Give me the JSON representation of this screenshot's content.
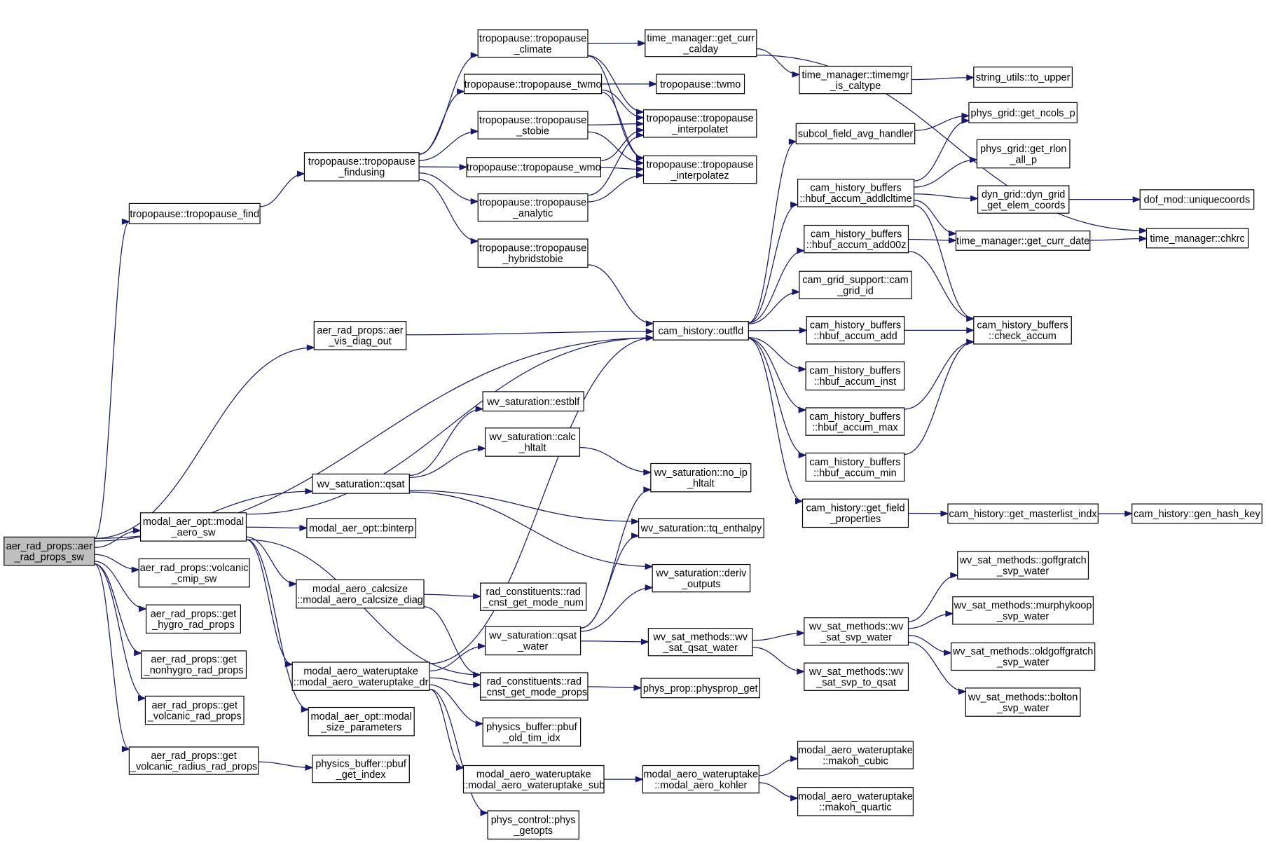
{
  "diagram": {
    "colors": {
      "edge": "#191970",
      "root_fill": "#bfbfbf",
      "node_fill": "#ffffff",
      "node_border": "#000000"
    },
    "nodes": [
      {
        "id": "root",
        "lines": [
          "aer_rad_props::aer",
          "_rad_props_sw"
        ],
        "root": true
      },
      {
        "id": "trop_find",
        "lines": [
          "tropopause::tropopause_find"
        ]
      },
      {
        "id": "trop_findusing",
        "lines": [
          "tropopause::tropopause",
          "_findusing"
        ]
      },
      {
        "id": "trop_climate",
        "lines": [
          "tropopause::tropopause",
          "_climate"
        ]
      },
      {
        "id": "trop_twmo",
        "lines": [
          "tropopause::tropopause_twmo"
        ]
      },
      {
        "id": "trop_stobie",
        "lines": [
          "tropopause::tropopause",
          "_stobie"
        ]
      },
      {
        "id": "trop_wmo",
        "lines": [
          "tropopause::tropopause_wmo"
        ]
      },
      {
        "id": "trop_analytic",
        "lines": [
          "tropopause::tropopause",
          "_analytic"
        ]
      },
      {
        "id": "trop_hybridstobie",
        "lines": [
          "tropopause::tropopause",
          "_hybridstobie"
        ]
      },
      {
        "id": "tm_get_curr_calday",
        "lines": [
          "time_manager::get_curr",
          "_calday"
        ]
      },
      {
        "id": "twmo",
        "lines": [
          "tropopause::twmo"
        ]
      },
      {
        "id": "interpolatet",
        "lines": [
          "tropopause::tropopause",
          "_interpolatet"
        ]
      },
      {
        "id": "interpolatez",
        "lines": [
          "tropopause::tropopause",
          "_interpolatez"
        ]
      },
      {
        "id": "tm_timemgr",
        "lines": [
          "time_manager::timemgr",
          "_is_caltype"
        ]
      },
      {
        "id": "to_upper",
        "lines": [
          "string_utils::to_upper"
        ]
      },
      {
        "id": "subcol",
        "lines": [
          "subcol_field_avg_handler"
        ]
      },
      {
        "id": "get_ncols_p",
        "lines": [
          "phys_grid::get_ncols_p"
        ]
      },
      {
        "id": "get_rlon",
        "lines": [
          "phys_grid::get_rlon",
          "_all_p"
        ]
      },
      {
        "id": "addlcltime",
        "lines": [
          "cam_history_buffers",
          "::hbuf_accum_addlcltime"
        ]
      },
      {
        "id": "dyn_grid",
        "lines": [
          "dyn_grid::dyn_grid",
          "_get_elem_coords"
        ]
      },
      {
        "id": "uniquecoords",
        "lines": [
          "dof_mod::uniquecoords"
        ]
      },
      {
        "id": "add00z",
        "lines": [
          "cam_history_buffers",
          "::hbuf_accum_add00z"
        ]
      },
      {
        "id": "get_curr_date",
        "lines": [
          "time_manager::get_curr_date"
        ]
      },
      {
        "id": "chkrc",
        "lines": [
          "time_manager::chkrc"
        ]
      },
      {
        "id": "cam_grid_id",
        "lines": [
          "cam_grid_support::cam",
          "_grid_id"
        ]
      },
      {
        "id": "aer_vis",
        "lines": [
          "aer_rad_props::aer",
          "_vis_diag_out"
        ]
      },
      {
        "id": "outfld",
        "lines": [
          "cam_history::outfld"
        ]
      },
      {
        "id": "accum_add",
        "lines": [
          "cam_history_buffers",
          "::hbuf_accum_add"
        ]
      },
      {
        "id": "check_accum",
        "lines": [
          "cam_history_buffers",
          "::check_accum"
        ]
      },
      {
        "id": "accum_inst",
        "lines": [
          "cam_history_buffers",
          "::hbuf_accum_inst"
        ]
      },
      {
        "id": "accum_max",
        "lines": [
          "cam_history_buffers",
          "::hbuf_accum_max"
        ]
      },
      {
        "id": "accum_min",
        "lines": [
          "cam_history_buffers",
          "::hbuf_accum_min"
        ]
      },
      {
        "id": "get_field_props",
        "lines": [
          "cam_history::get_field",
          "_properties"
        ]
      },
      {
        "id": "masterlist",
        "lines": [
          "cam_history::get_masterlist_indx"
        ]
      },
      {
        "id": "gen_hash",
        "lines": [
          "cam_history::gen_hash_key"
        ]
      },
      {
        "id": "estblf",
        "lines": [
          "wv_saturation::estblf"
        ]
      },
      {
        "id": "calc_hltalt",
        "lines": [
          "wv_saturation::calc",
          "_hltalt"
        ]
      },
      {
        "id": "no_ip",
        "lines": [
          "wv_saturation::no_ip",
          "_hltalt"
        ]
      },
      {
        "id": "qsat",
        "lines": [
          "wv_saturation::qsat"
        ]
      },
      {
        "id": "tq_enthalpy",
        "lines": [
          "wv_saturation::tq_enthalpy"
        ]
      },
      {
        "id": "deriv",
        "lines": [
          "wv_saturation::deriv",
          "_outputs"
        ]
      },
      {
        "id": "modal_aero_sw",
        "lines": [
          "modal_aer_opt::modal",
          "_aero_sw"
        ]
      },
      {
        "id": "binterp",
        "lines": [
          "modal_aer_opt::binterp"
        ]
      },
      {
        "id": "volcanic_cmip",
        "lines": [
          "aer_rad_props::volcanic",
          "_cmip_sw"
        ]
      },
      {
        "id": "calcsize",
        "lines": [
          "modal_aero_calcsize",
          "::modal_aero_calcsize_diag"
        ]
      },
      {
        "id": "cnst_mode_num",
        "lines": [
          "rad_constituents::rad",
          "_cnst_get_mode_num"
        ]
      },
      {
        "id": "hygro",
        "lines": [
          "aer_rad_props::get",
          "_hygro_rad_props"
        ]
      },
      {
        "id": "qsat_water",
        "lines": [
          "wv_saturation::qsat",
          "_water"
        ]
      },
      {
        "id": "wv_sat_qsat",
        "lines": [
          "wv_sat_methods::wv",
          "_sat_qsat_water"
        ]
      },
      {
        "id": "svp_water",
        "lines": [
          "wv_sat_methods::wv",
          "_sat_svp_water"
        ]
      },
      {
        "id": "goffgratch",
        "lines": [
          "wv_sat_methods::goffgratch",
          "_svp_water"
        ]
      },
      {
        "id": "murphykoop",
        "lines": [
          "wv_sat_methods::murphykoop",
          "_svp_water"
        ]
      },
      {
        "id": "oldgoffgratch",
        "lines": [
          "wv_sat_methods::oldgoffgratch",
          "_svp_water"
        ]
      },
      {
        "id": "bolton",
        "lines": [
          "wv_sat_methods::bolton",
          "_svp_water"
        ]
      },
      {
        "id": "nonhygro",
        "lines": [
          "aer_rad_props::get",
          "_nonhygro_rad_props"
        ]
      },
      {
        "id": "wateruptake_dr",
        "lines": [
          "modal_aero_wateruptake",
          "::modal_aero_wateruptake_dr"
        ]
      },
      {
        "id": "cnst_mode_props",
        "lines": [
          "rad_constituents::rad",
          "_cnst_get_mode_props"
        ]
      },
      {
        "id": "physprop_get",
        "lines": [
          "phys_prop::physprop_get"
        ]
      },
      {
        "id": "svp_to_qsat",
        "lines": [
          "wv_sat_methods::wv",
          "_sat_svp_to_qsat"
        ]
      },
      {
        "id": "volcanic_rad",
        "lines": [
          "aer_rad_props::get",
          "_volcanic_rad_props"
        ]
      },
      {
        "id": "size_params",
        "lines": [
          "modal_aer_opt::modal",
          "_size_parameters"
        ]
      },
      {
        "id": "old_tim_idx",
        "lines": [
          "physics_buffer::pbuf",
          "_old_tim_idx"
        ]
      },
      {
        "id": "volcanic_radius",
        "lines": [
          "aer_rad_props::get",
          "_volcanic_radius_rad_props"
        ]
      },
      {
        "id": "pbuf_get_index",
        "lines": [
          "physics_buffer::pbuf",
          "_get_index"
        ]
      },
      {
        "id": "wateruptake_sub",
        "lines": [
          "modal_aero_wateruptake",
          "::modal_aero_wateruptake_sub"
        ]
      },
      {
        "id": "kohler",
        "lines": [
          "modal_aero_wateruptake",
          "::modal_aero_kohler"
        ]
      },
      {
        "id": "makoh_cubic",
        "lines": [
          "modal_aero_wateruptake",
          "::makoh_cubic"
        ]
      },
      {
        "id": "makoh_quartic",
        "lines": [
          "modal_aero_wateruptake",
          "::makoh_quartic"
        ]
      },
      {
        "id": "phys_getopts",
        "lines": [
          "phys_control::phys",
          "_getopts"
        ]
      }
    ],
    "edges": [
      [
        "root",
        "trop_find"
      ],
      [
        "root",
        "outfld"
      ],
      [
        "root",
        "aer_vis"
      ],
      [
        "root",
        "qsat"
      ],
      [
        "root",
        "modal_aero_sw"
      ],
      [
        "root",
        "volcanic_cmip"
      ],
      [
        "root",
        "hygro"
      ],
      [
        "root",
        "nonhygro"
      ],
      [
        "root",
        "volcanic_rad"
      ],
      [
        "root",
        "volcanic_radius"
      ],
      [
        "trop_find",
        "trop_findusing"
      ],
      [
        "trop_findusing",
        "trop_climate"
      ],
      [
        "trop_findusing",
        "trop_twmo"
      ],
      [
        "trop_findusing",
        "trop_stobie"
      ],
      [
        "trop_findusing",
        "trop_wmo"
      ],
      [
        "trop_findusing",
        "trop_analytic"
      ],
      [
        "trop_findusing",
        "trop_hybridstobie"
      ],
      [
        "trop_climate",
        "tm_get_curr_calday"
      ],
      [
        "trop_climate",
        "interpolatet"
      ],
      [
        "trop_climate",
        "interpolatez"
      ],
      [
        "trop_twmo",
        "twmo"
      ],
      [
        "trop_twmo",
        "interpolatet"
      ],
      [
        "trop_twmo",
        "interpolatez"
      ],
      [
        "trop_stobie",
        "interpolatet"
      ],
      [
        "trop_stobie",
        "interpolatez"
      ],
      [
        "trop_wmo",
        "interpolatet"
      ],
      [
        "trop_wmo",
        "interpolatez"
      ],
      [
        "trop_analytic",
        "interpolatet"
      ],
      [
        "trop_analytic",
        "interpolatez"
      ],
      [
        "trop_hybridstobie",
        "outfld"
      ],
      [
        "tm_get_curr_calday",
        "tm_timemgr"
      ],
      [
        "tm_get_curr_calday",
        "chkrc"
      ],
      [
        "tm_timemgr",
        "to_upper"
      ],
      [
        "subcol",
        "get_ncols_p"
      ],
      [
        "addlcltime",
        "get_ncols_p"
      ],
      [
        "addlcltime",
        "get_rlon"
      ],
      [
        "addlcltime",
        "dyn_grid"
      ],
      [
        "addlcltime",
        "get_curr_date"
      ],
      [
        "addlcltime",
        "check_accum"
      ],
      [
        "dyn_grid",
        "uniquecoords"
      ],
      [
        "add00z",
        "get_curr_date"
      ],
      [
        "add00z",
        "check_accum"
      ],
      [
        "get_curr_date",
        "chkrc"
      ],
      [
        "aer_vis",
        "outfld"
      ],
      [
        "outfld",
        "subcol"
      ],
      [
        "outfld",
        "addlcltime"
      ],
      [
        "outfld",
        "add00z"
      ],
      [
        "outfld",
        "cam_grid_id"
      ],
      [
        "outfld",
        "accum_add"
      ],
      [
        "outfld",
        "accum_inst"
      ],
      [
        "outfld",
        "accum_max"
      ],
      [
        "outfld",
        "accum_min"
      ],
      [
        "outfld",
        "get_field_props"
      ],
      [
        "accum_add",
        "check_accum"
      ],
      [
        "accum_max",
        "check_accum"
      ],
      [
        "accum_min",
        "check_accum"
      ],
      [
        "get_field_props",
        "masterlist"
      ],
      [
        "masterlist",
        "gen_hash"
      ],
      [
        "qsat",
        "estblf"
      ],
      [
        "qsat",
        "calc_hltalt"
      ],
      [
        "qsat",
        "tq_enthalpy"
      ],
      [
        "qsat",
        "deriv"
      ],
      [
        "calc_hltalt",
        "no_ip"
      ],
      [
        "modal_aero_sw",
        "outfld"
      ],
      [
        "modal_aero_sw",
        "binterp"
      ],
      [
        "modal_aero_sw",
        "calcsize"
      ],
      [
        "modal_aero_sw",
        "wateruptake_dr"
      ],
      [
        "modal_aero_sw",
        "cnst_mode_props"
      ],
      [
        "modal_aero_sw",
        "size_params"
      ],
      [
        "calcsize",
        "cnst_mode_num"
      ],
      [
        "calcsize",
        "cnst_mode_props"
      ],
      [
        "wateruptake_dr",
        "outfld"
      ],
      [
        "wateruptake_dr",
        "qsat_water"
      ],
      [
        "wateruptake_dr",
        "cnst_mode_props"
      ],
      [
        "wateruptake_dr",
        "old_tim_idx"
      ],
      [
        "wateruptake_dr",
        "wateruptake_sub"
      ],
      [
        "wateruptake_dr",
        "phys_getopts"
      ],
      [
        "qsat_water",
        "no_ip"
      ],
      [
        "qsat_water",
        "tq_enthalpy"
      ],
      [
        "qsat_water",
        "deriv"
      ],
      [
        "qsat_water",
        "wv_sat_qsat"
      ],
      [
        "wv_sat_qsat",
        "svp_water"
      ],
      [
        "wv_sat_qsat",
        "svp_to_qsat"
      ],
      [
        "svp_water",
        "goffgratch"
      ],
      [
        "svp_water",
        "murphykoop"
      ],
      [
        "svp_water",
        "oldgoffgratch"
      ],
      [
        "svp_water",
        "bolton"
      ],
      [
        "cnst_mode_props",
        "physprop_get"
      ],
      [
        "volcanic_radius",
        "pbuf_get_index"
      ],
      [
        "wateruptake_sub",
        "kohler"
      ],
      [
        "kohler",
        "makoh_cubic"
      ],
      [
        "kohler",
        "makoh_quartic"
      ]
    ]
  }
}
